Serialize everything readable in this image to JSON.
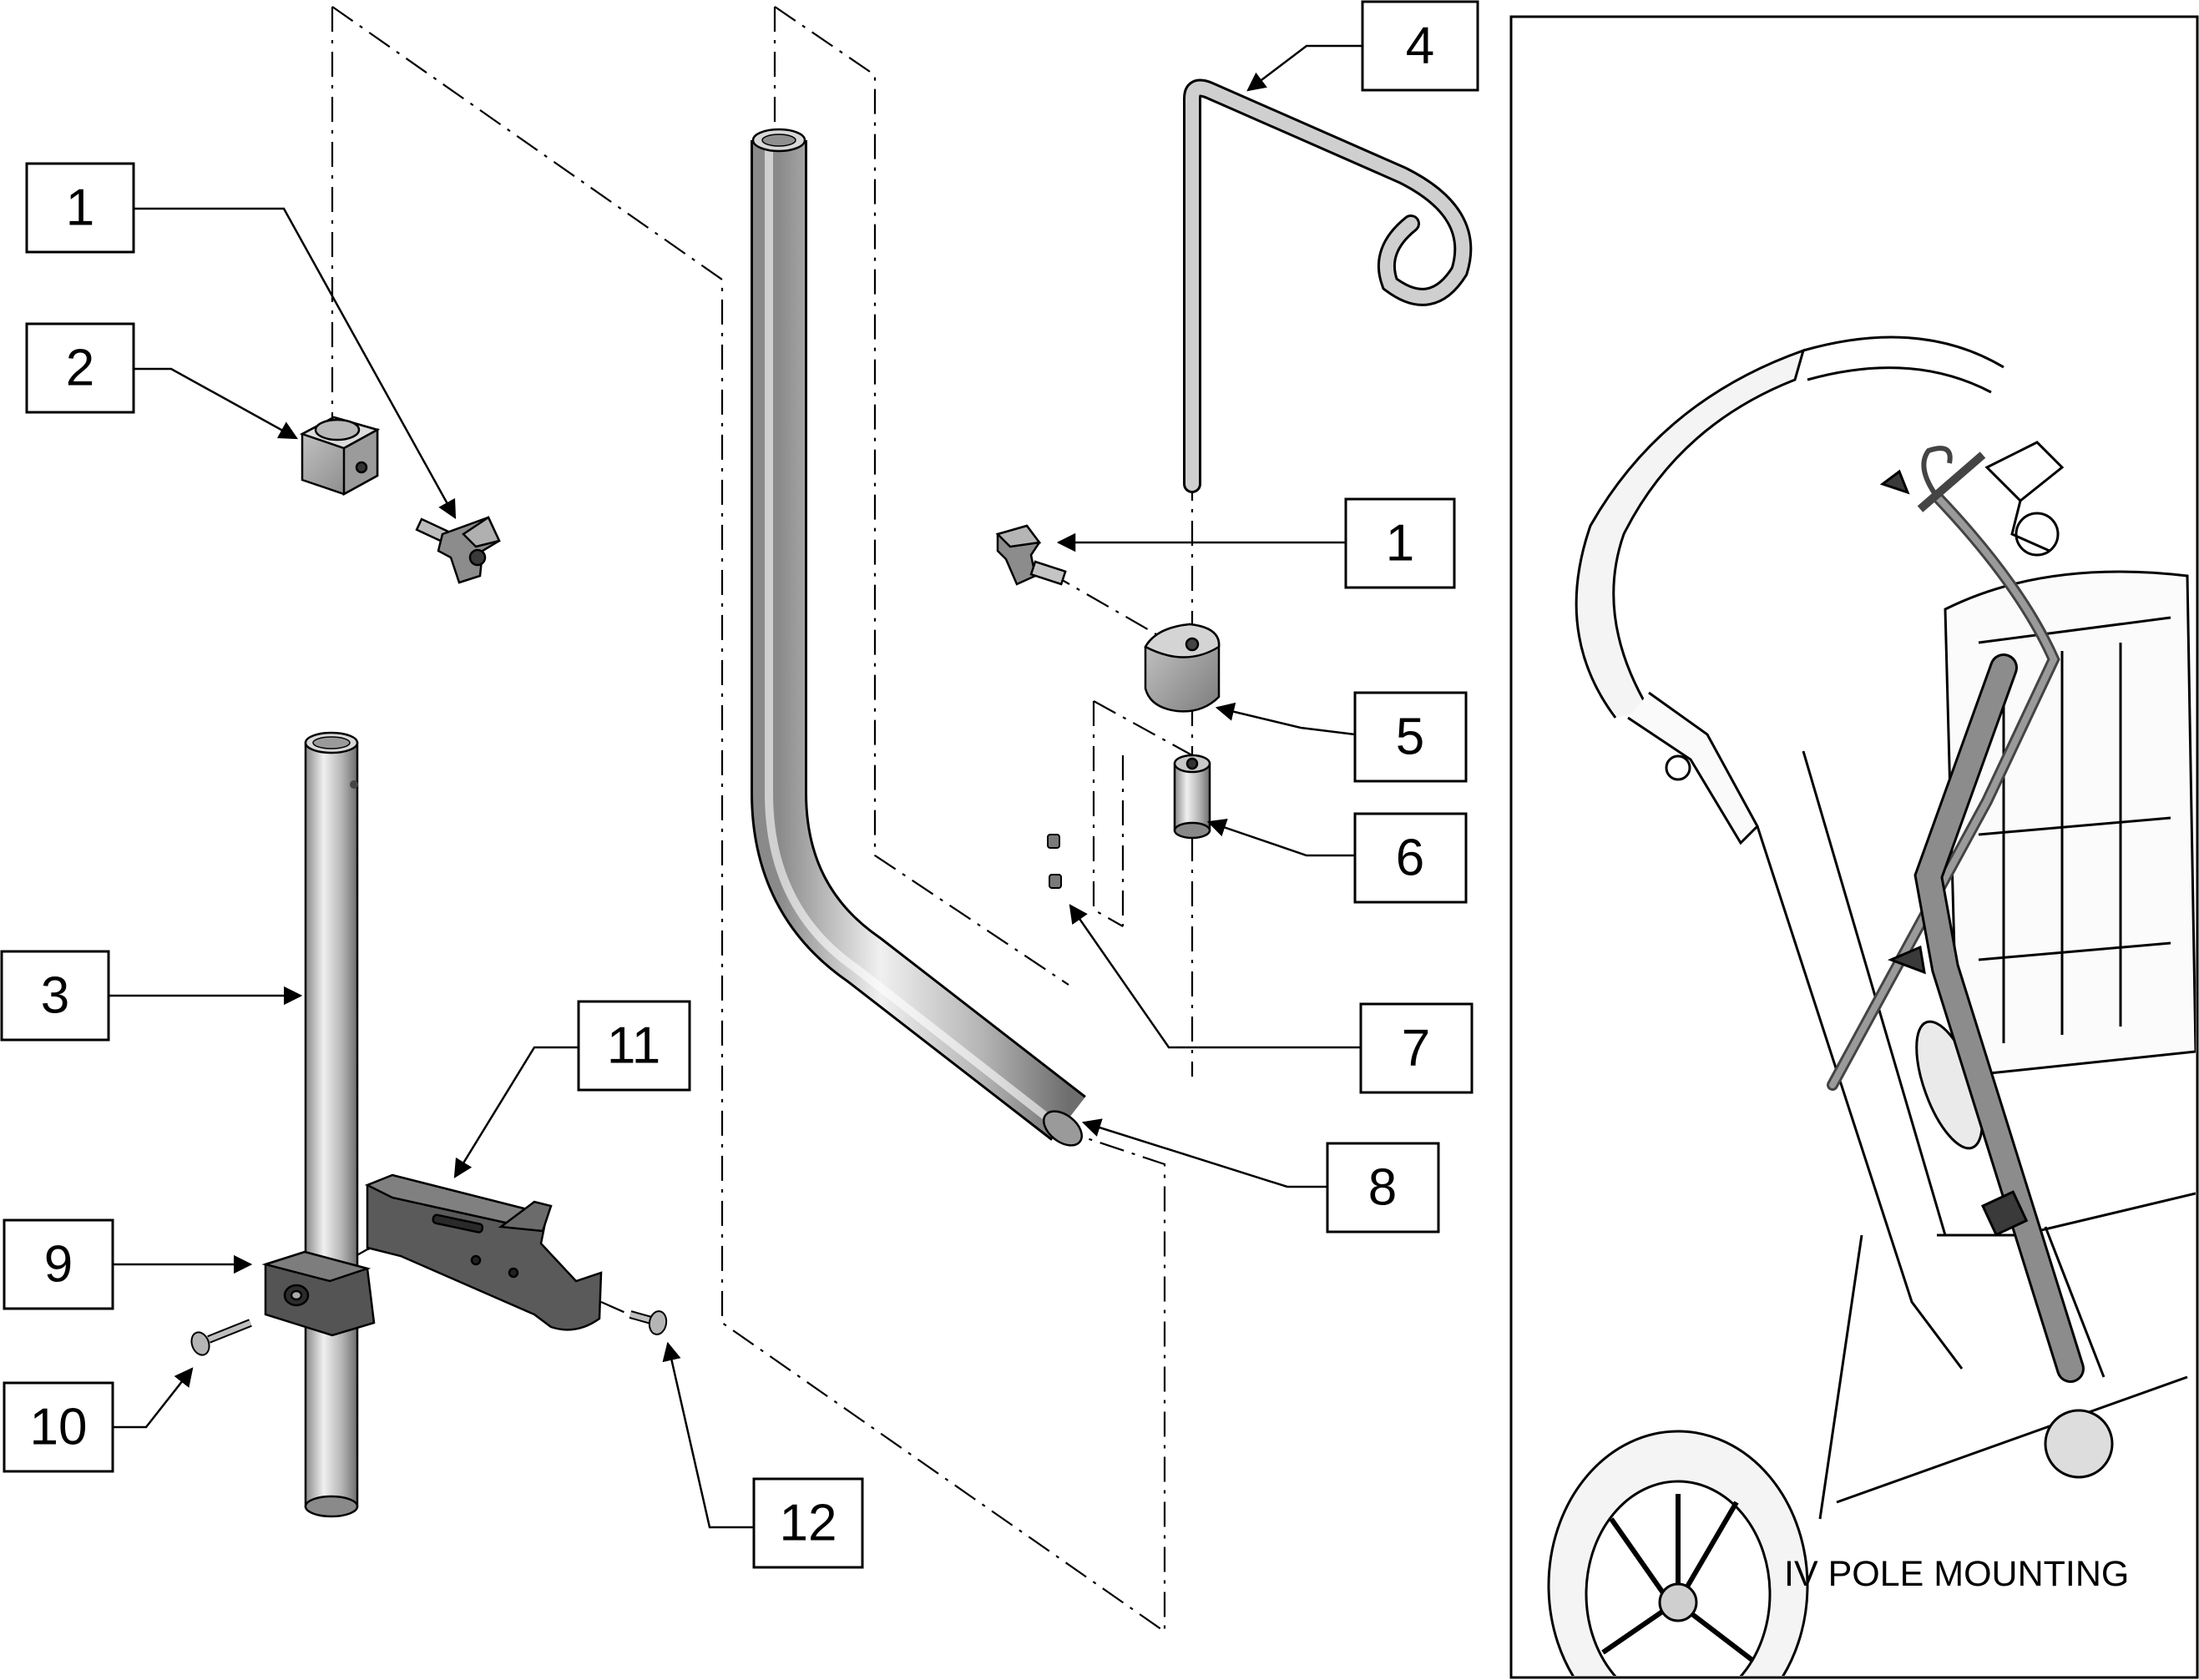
{
  "callouts": [
    {
      "id": "c1a",
      "label": "1"
    },
    {
      "id": "c2",
      "label": "2"
    },
    {
      "id": "c3",
      "label": "3"
    },
    {
      "id": "c4",
      "label": "4"
    },
    {
      "id": "c1b",
      "label": "1"
    },
    {
      "id": "c5",
      "label": "5"
    },
    {
      "id": "c6",
      "label": "6"
    },
    {
      "id": "c7",
      "label": "7"
    },
    {
      "id": "c8",
      "label": "8"
    },
    {
      "id": "c9",
      "label": "9"
    },
    {
      "id": "c10",
      "label": "10"
    },
    {
      "id": "c11",
      "label": "11"
    },
    {
      "id": "c12",
      "label": "12"
    }
  ],
  "inset": {
    "caption": "IV POLE MOUNTING"
  },
  "colors": {
    "tube_light": "#e6e6e6",
    "tube_dark": "#7a7a7a",
    "part_gray": "#8c8c8c",
    "part_dark": "#4a4a4a",
    "line": "#000000"
  }
}
